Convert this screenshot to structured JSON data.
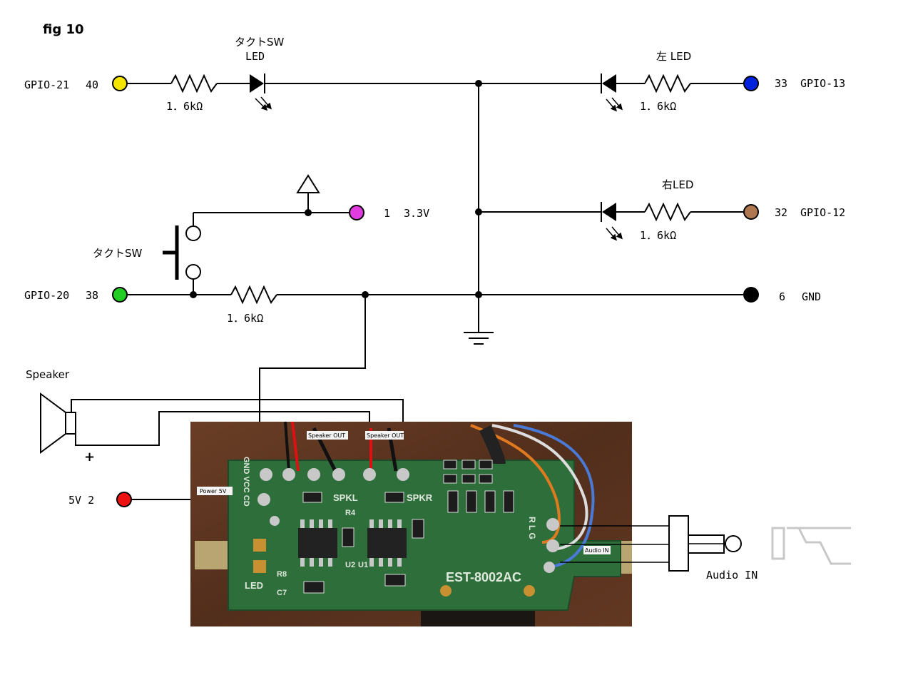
{
  "figure_label": "fig 10",
  "colors": {
    "gpio21_pin": "#f5e600",
    "gpio20_pin": "#22cc22",
    "pin1_3v3": "#e03ce0",
    "gpio13_pin": "#0022dd",
    "gpio12_pin": "#b07850",
    "gnd_pin": "#000000",
    "pin5v": "#ee1111",
    "pcb_green": "#2e6e3a",
    "board_bg": "#5a3220"
  },
  "pins": {
    "gpio21": "GPIO-21",
    "gpio21_num": "40",
    "gpio20": "GPIO-20",
    "gpio20_num": "38",
    "pin1": "1",
    "pin1_label": "3.3V",
    "gpio13_num": "33",
    "gpio13": "GPIO-13",
    "gpio12_num": "32",
    "gpio12": "GPIO-12",
    "gnd_num": "6",
    "gnd": "GND",
    "pin5v": "5V 2"
  },
  "labels": {
    "tact_sw_led_line1": "タクトSW",
    "tact_sw_led_line2": "LED",
    "left_led": "左 LED",
    "right_led": "右LED",
    "tact_sw": "タクトSW",
    "speaker": "Speaker",
    "speaker_plus": "+",
    "audio_in": "Audio IN"
  },
  "resistors": {
    "r1": "1．6kΩ",
    "r2": "1．6kΩ",
    "r3": "1．6kΩ",
    "r4": "1．6kΩ"
  },
  "board": {
    "speaker_out_left": "Speaker OUT",
    "speaker_out_right": "Speaker OUT",
    "power_5v": "Power 5V",
    "audio_in_tag": "Audio IN",
    "model": "EST-8002AC",
    "pads_left": "GND VCC CD",
    "spkl": "SPKL",
    "spkr": "SPKR",
    "rlg": "R L G",
    "led": "LED",
    "u1": "U1",
    "u2": "U2",
    "r4": "R4",
    "r8": "R8",
    "c7": "C7"
  }
}
